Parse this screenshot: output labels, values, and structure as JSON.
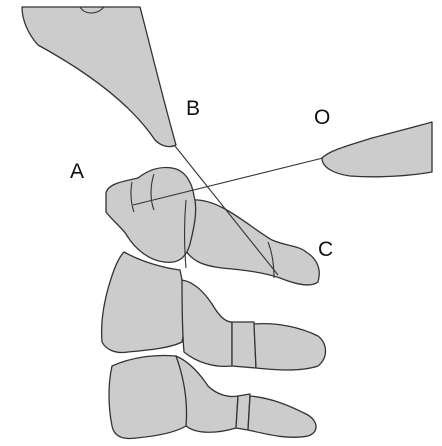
{
  "labels": {
    "a": "A",
    "b": "B",
    "c": "C",
    "o": "O"
  },
  "colors": {
    "bone_fill": "#cccccc",
    "outline": "#333333",
    "background": "#ffffff"
  }
}
